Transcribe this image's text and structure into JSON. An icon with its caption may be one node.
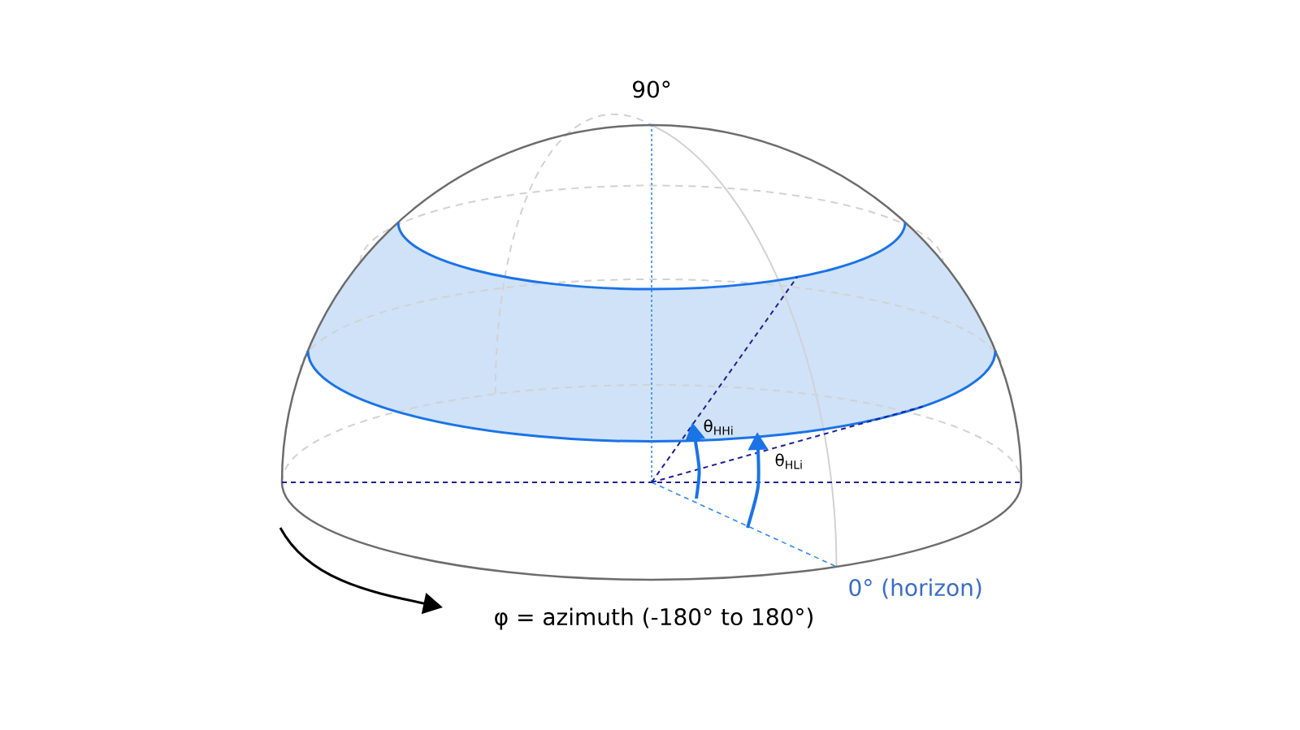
{
  "diagram": {
    "labels": [
      "90°",
      "θ$_{HHi}$",
      "θ$_{HLi}$",
      "0° (horizon)",
      "φ = azimuth (-180° to 180°)"
    ]
  }
}
